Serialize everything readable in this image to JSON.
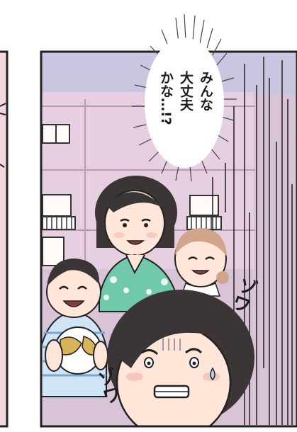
{
  "manga": {
    "speech_bubble": {
      "lines": [
        "みんな",
        "大丈夫",
        "かな…!?"
      ]
    },
    "sound_effects": {
      "zowa_1": "ゾワ",
      "zowa_2": "ゾワ"
    },
    "colors": {
      "panel_bg": "#d9c3d6",
      "sky": "#c9c6e2",
      "building": "#e8d3e4",
      "skin": "#ffe6d8",
      "hair": "#3b3535",
      "outline": "#222222",
      "shirt_green": "#71c9ac",
      "shirt_blue": "#cfe4f4",
      "girl_hair": "#d1a58c"
    }
  }
}
